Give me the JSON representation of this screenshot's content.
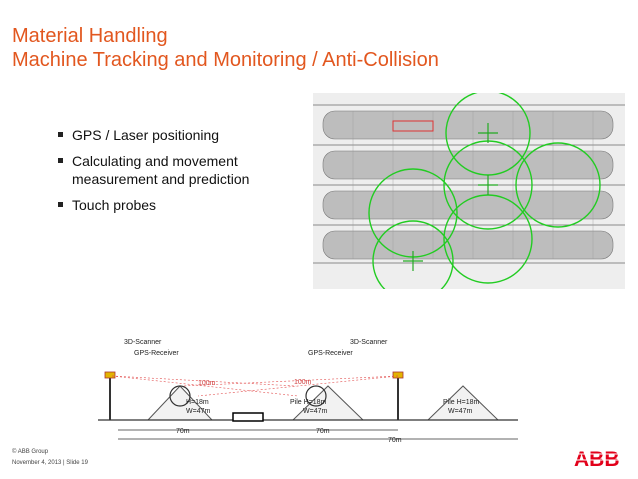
{
  "title": {
    "line1": "Material Handling",
    "line2": "Machine Tracking and Monitoring / Anti-Collision"
  },
  "bullets": [
    {
      "text": "GPS / Laser positioning"
    },
    {
      "text": "Calculating and movement measurement and prediction"
    },
    {
      "text": "Touch probes"
    }
  ],
  "diagram": {
    "scanner_left": "3D-Scanner",
    "scanner_right": "3D-Scanner",
    "gps_left": "GPS-Receiver",
    "gps_right": "GPS-Receiver",
    "distance_1": "100m",
    "distance_2": "100m",
    "pile_left": "H=18m",
    "pile_left_w": "W=47m",
    "pile_mid": "Pile H=18m",
    "pile_mid_w": "W=47m",
    "pile_right": "Pile H=18m",
    "pile_right_w": "W=47m",
    "span_1": "70m",
    "span_2": "70m",
    "span_3": "70m"
  },
  "footer": {
    "copyright": "© ABB Group",
    "date_slide": "November 4, 2013 | Slide 19"
  },
  "logo": {
    "text": "ABB",
    "color": "#e2001a"
  },
  "colors": {
    "accent": "#e2571f",
    "circles": "#22cc22"
  }
}
